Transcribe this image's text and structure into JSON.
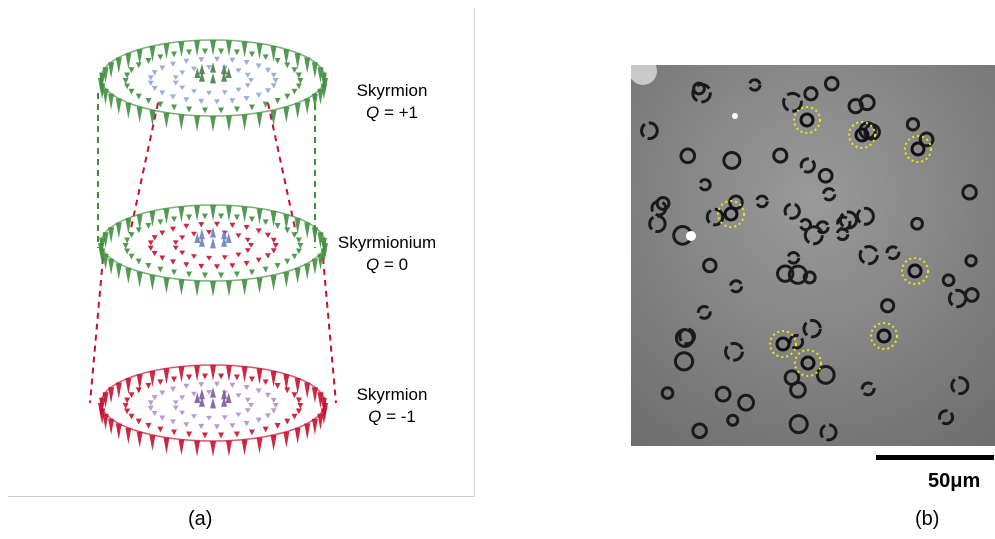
{
  "panel_a": {
    "layers": [
      {
        "name": "Skyrmion",
        "q_symbol": "Q",
        "q_value": "= +1"
      },
      {
        "name": "Skyrmionium",
        "q_symbol": "Q",
        "q_value": "= 0"
      },
      {
        "name": "Skyrmion",
        "q_symbol": "Q",
        "q_value": "= -1"
      }
    ],
    "caption": "(a)"
  },
  "panel_b": {
    "scale_bar_label": "50μm",
    "caption": "(b)"
  },
  "colors": {
    "green": "#3f8f3f",
    "red": "#c8102e",
    "marker": "#f2e600",
    "micro_bg": "#8a8a8a"
  }
}
